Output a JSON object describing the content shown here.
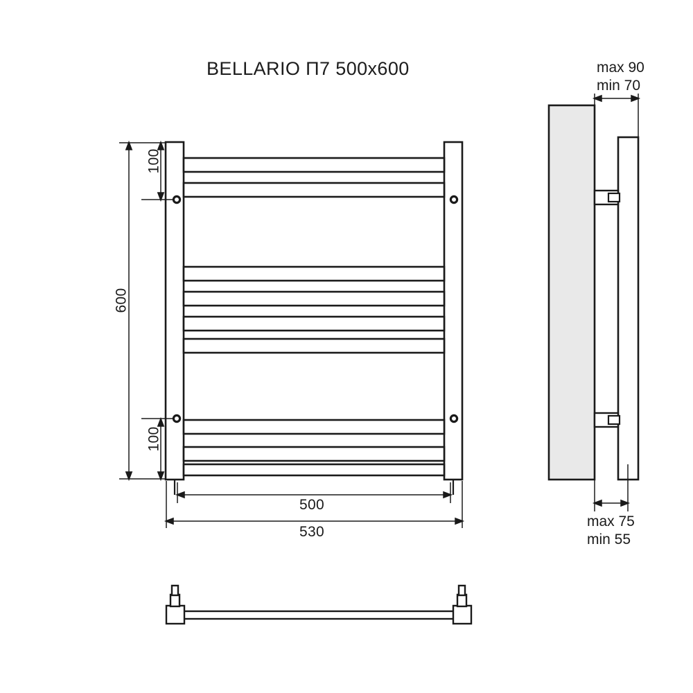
{
  "document": {
    "type": "technical-drawing",
    "title": "BELLARIO П7 500x600",
    "background_color": "#ffffff",
    "line_color": "#1a1a1a",
    "fill_color": "#e8e8e8"
  },
  "title": {
    "text": "BELLARIO П7 500x600"
  },
  "front_view": {
    "name": "front-elevation",
    "dimensions": {
      "overall_height": "600",
      "rung_width": "500",
      "overall_width": "530",
      "top_offset": "100",
      "bottom_offset": "100"
    },
    "rail_count": 2,
    "rung_count": 7,
    "mounting_hole_count": 4
  },
  "side_view": {
    "name": "side-section",
    "dimensions": {
      "top_max": "max 90",
      "top_min": "min 70",
      "bottom_max": "max 75",
      "bottom_min": "min 55"
    },
    "bracket_count": 2
  },
  "bottom_view": {
    "name": "plan-view",
    "connector_count": 2
  },
  "chart_data": {
    "type": "table",
    "title": "BELLARIO П7 500x600",
    "labels": [
      "600",
      "500",
      "530",
      "100",
      "100",
      "max 90",
      "min 70",
      "max 75",
      "min 55"
    ]
  }
}
